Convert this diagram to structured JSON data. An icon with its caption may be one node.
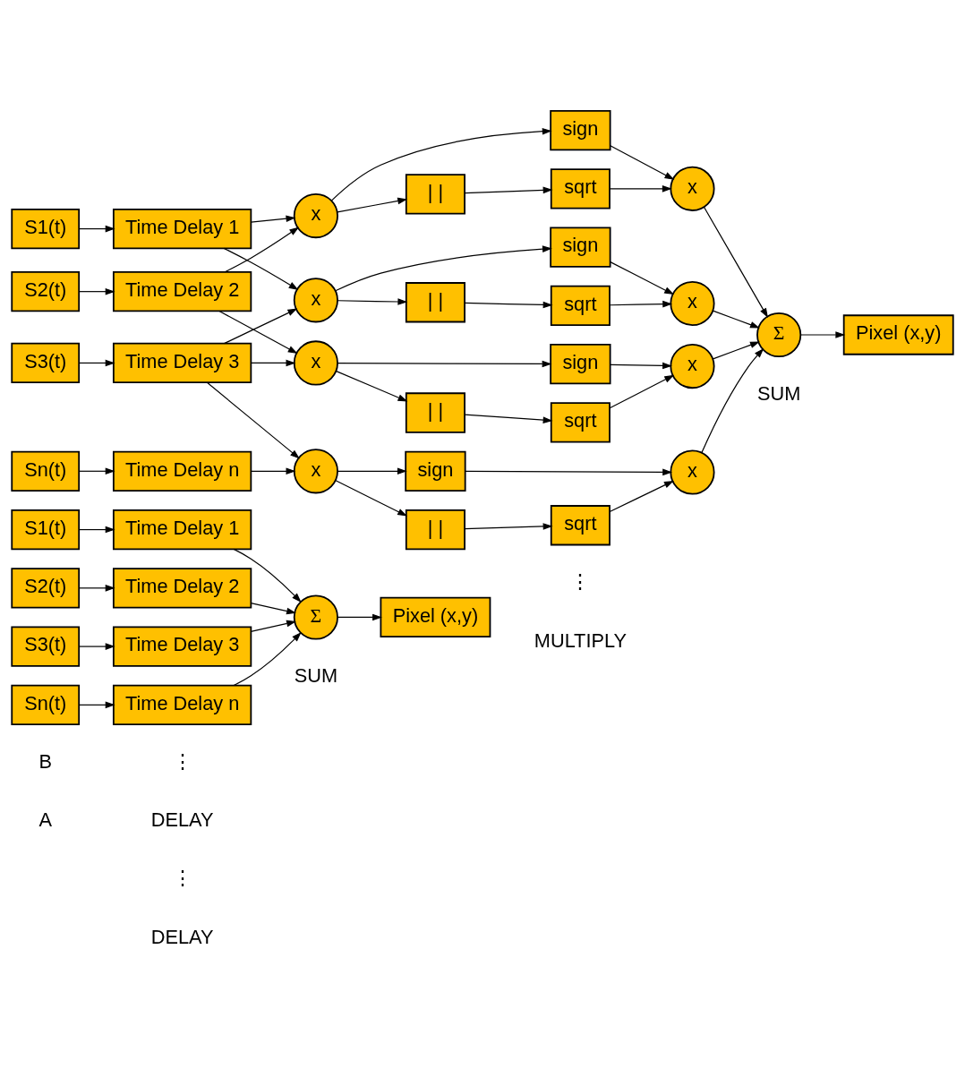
{
  "diagram": {
    "nodes": [
      {
        "text": [
          "S1(t)"
        ]
      },
      {
        "text": [
          "Time Delay 1"
        ]
      },
      {
        "text": [
          "S2(t)"
        ]
      },
      {
        "text": [
          "Time Delay 2"
        ]
      },
      {
        "text": [
          "S3(t)"
        ]
      },
      {
        "text": [
          "Time Delay 3"
        ]
      },
      {
        "text": [
          "Sn(t)"
        ]
      },
      {
        "text": [
          "Time Delay n"
        ]
      },
      {
        "text": [
          "Σ"
        ]
      },
      {
        "text": [
          "Pixel (x,y)"
        ]
      },
      {
        "text": [
          "S1(t)"
        ]
      },
      {
        "text": [
          "Time Delay 1"
        ]
      },
      {
        "text": [
          "S2(t)"
        ]
      },
      {
        "text": [
          "Time Delay 2"
        ]
      },
      {
        "text": [
          "S3(t)"
        ]
      },
      {
        "text": [
          "Time Delay 3"
        ]
      },
      {
        "text": [
          "Sn(t)"
        ]
      },
      {
        "text": [
          "Time Delay n"
        ]
      },
      {
        "text": [
          "x"
        ]
      },
      {
        "text": [
          "x"
        ]
      },
      {
        "text": [
          "x"
        ]
      },
      {
        "text": [
          "x"
        ]
      },
      {
        "text": [
          "sign"
        ]
      },
      {
        "text": [
          "| |"
        ]
      },
      {
        "text": [
          "sqrt"
        ]
      },
      {
        "text": [
          "x"
        ]
      },
      {
        "text": [
          "sign"
        ]
      },
      {
        "text": [
          "| |"
        ]
      },
      {
        "text": [
          "sqrt"
        ]
      },
      {
        "text": [
          "x"
        ]
      },
      {
        "text": [
          "sign"
        ]
      },
      {
        "text": [
          "| |"
        ]
      },
      {
        "text": [
          "sqrt"
        ]
      },
      {
        "text": [
          "x"
        ]
      },
      {
        "text": [
          "sign"
        ]
      },
      {
        "text": [
          "| |"
        ]
      },
      {
        "text": [
          "sqrt"
        ]
      },
      {
        "text": [
          "x"
        ]
      },
      {
        "text": [
          "Σ"
        ]
      },
      {
        "text": [
          "Pixel (x,y)"
        ]
      }
    ],
    "edges": [
      {
        "from": 0,
        "to": 1,
        "arrow": "to"
      },
      {
        "from": 2,
        "to": 3,
        "arrow": "to"
      },
      {
        "from": 4,
        "to": 5,
        "arrow": "to"
      },
      {
        "from": 6,
        "to": 7,
        "arrow": "to"
      },
      {
        "from": 1,
        "to": 8,
        "arrow": "to"
      },
      {
        "from": 3,
        "to": 8,
        "arrow": "to"
      },
      {
        "from": 5,
        "to": 8,
        "arrow": "to"
      },
      {
        "from": 7,
        "to": 8,
        "arrow": "to"
      },
      {
        "from": 8,
        "to": 9,
        "arrow": "to"
      },
      {
        "from": 10,
        "to": 11,
        "arrow": "to"
      },
      {
        "from": 12,
        "to": 13,
        "arrow": "to"
      },
      {
        "from": 14,
        "to": 15,
        "arrow": "to"
      },
      {
        "from": 16,
        "to": 17,
        "arrow": "to"
      },
      {
        "from": 11,
        "to": 18,
        "arrow": "to"
      },
      {
        "from": 11,
        "to": 20,
        "arrow": "to"
      },
      {
        "from": 13,
        "to": 18,
        "arrow": "to"
      },
      {
        "from": 13,
        "to": 19,
        "arrow": "to"
      },
      {
        "from": 15,
        "to": 19,
        "arrow": "to"
      },
      {
        "from": 15,
        "to": 20,
        "arrow": "to"
      },
      {
        "from": 15,
        "to": 21,
        "arrow": "to"
      },
      {
        "from": 17,
        "to": 21,
        "arrow": "to"
      },
      {
        "from": 18,
        "to": 22,
        "arrow": "to"
      },
      {
        "from": 18,
        "to": 23,
        "arrow": "to"
      },
      {
        "from": 23,
        "to": 24,
        "arrow": "to"
      },
      {
        "from": 24,
        "to": 25,
        "arrow": "to"
      },
      {
        "from": 22,
        "to": 25,
        "arrow": "to"
      },
      {
        "from": 19,
        "to": 26,
        "arrow": "to"
      },
      {
        "from": 19,
        "to": 27,
        "arrow": "to"
      },
      {
        "from": 27,
        "to": 28,
        "arrow": "to"
      },
      {
        "from": 28,
        "to": 29,
        "arrow": "to"
      },
      {
        "from": 26,
        "to": 29,
        "arrow": "to"
      },
      {
        "from": 20,
        "to": 30,
        "arrow": "to"
      },
      {
        "from": 20,
        "to": 31,
        "arrow": "to"
      },
      {
        "from": 31,
        "to": 32,
        "arrow": "to"
      },
      {
        "from": 32,
        "to": 33,
        "arrow": "to"
      },
      {
        "from": 30,
        "to": 33,
        "arrow": "to"
      },
      {
        "from": 21,
        "to": 34,
        "arrow": "to"
      },
      {
        "from": 21,
        "to": 35,
        "arrow": "to"
      },
      {
        "from": 35,
        "to": 36,
        "arrow": "to"
      },
      {
        "from": 36,
        "to": 37,
        "arrow": "to"
      },
      {
        "from": 34,
        "to": 37,
        "arrow": "to"
      },
      {
        "from": 25,
        "to": 38,
        "arrow": "to"
      },
      {
        "from": 29,
        "to": 38,
        "arrow": "to"
      },
      {
        "from": 33,
        "to": 38,
        "arrow": "to"
      },
      {
        "from": 37,
        "to": 38,
        "arrow": "to"
      },
      {
        "from": 38,
        "to": 39,
        "arrow": "to"
      }
    ],
    "labels": [
      "A",
      "DELAY",
      "SUM",
      "⋮",
      "B",
      "DELAY",
      "MULTIPLY",
      "SUM",
      "⋮",
      "⋮"
    ]
  }
}
